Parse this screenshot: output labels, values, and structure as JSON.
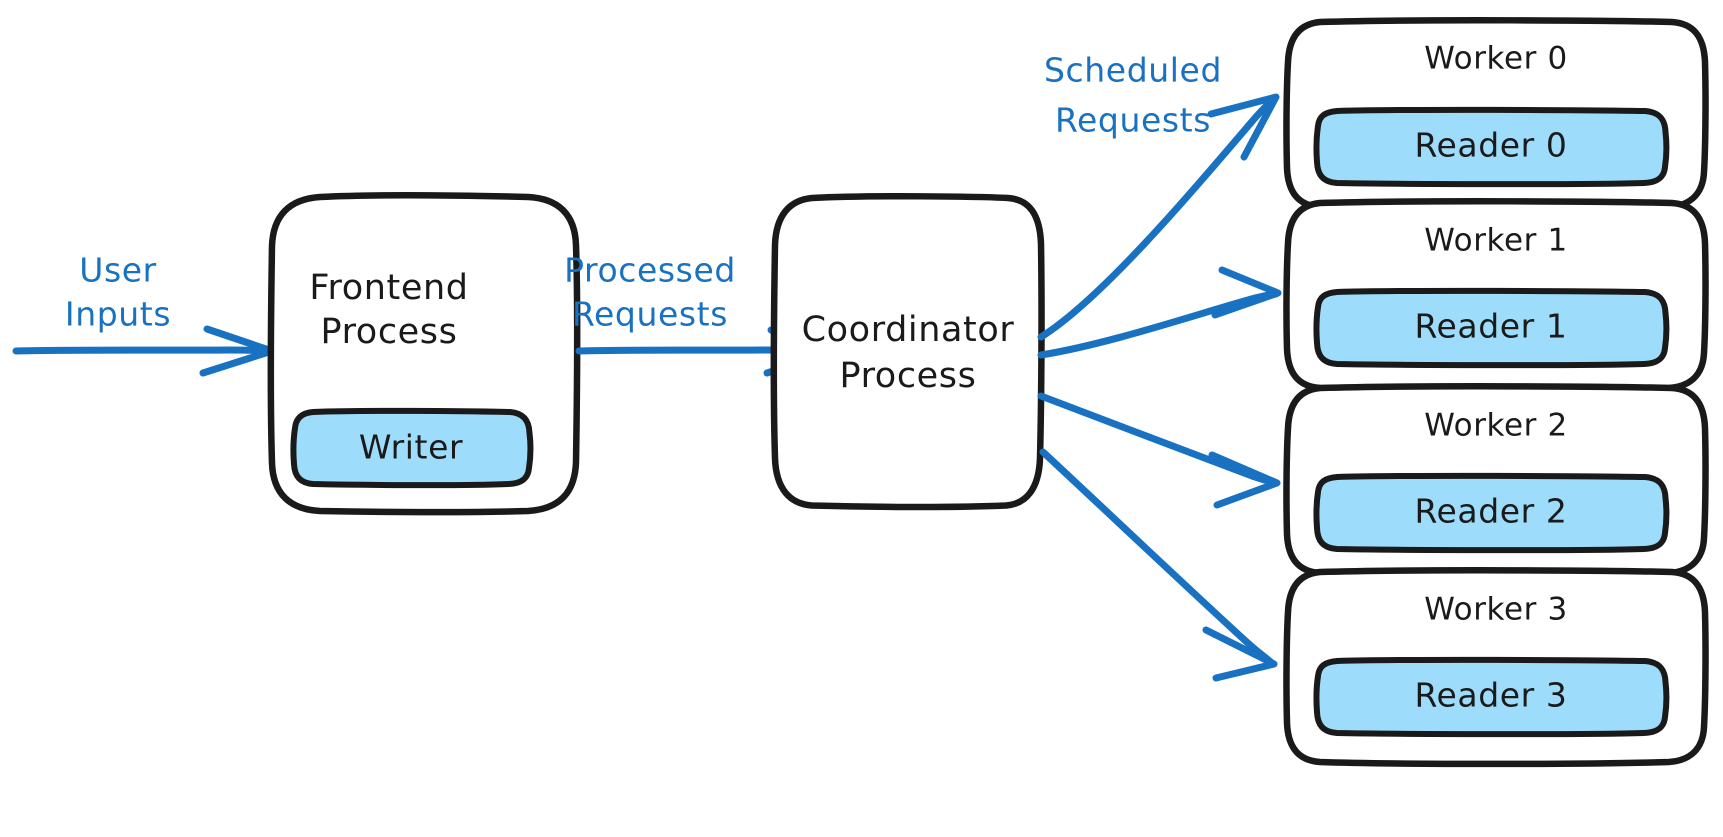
{
  "diagram": {
    "title": "Frontend / Coordinator / Worker process architecture",
    "style": "hand-drawn",
    "colors": {
      "stroke": "#1a1a1a",
      "arrow": "#1971c2",
      "label_blue": "#1971c2",
      "inner_fill": "#9edcfc",
      "background": "#ffffff"
    }
  },
  "nodes": {
    "frontend": {
      "line1": "Frontend",
      "line2": "Process",
      "inner": "Writer"
    },
    "coordinator": {
      "line1": "Coordinator",
      "line2": "Process"
    },
    "workers": [
      {
        "title": "Worker 0",
        "inner": "Reader 0"
      },
      {
        "title": "Worker 1",
        "inner": "Reader 1"
      },
      {
        "title": "Worker 2",
        "inner": "Reader 2"
      },
      {
        "title": "Worker 3",
        "inner": "Reader 3"
      }
    ]
  },
  "edges": {
    "user_inputs": {
      "line1": "User",
      "line2": "Inputs"
    },
    "processed_requests": {
      "line1": "Processed",
      "line2": "Requests"
    },
    "scheduled_requests": {
      "line1": "Scheduled",
      "line2": "Requests"
    }
  }
}
